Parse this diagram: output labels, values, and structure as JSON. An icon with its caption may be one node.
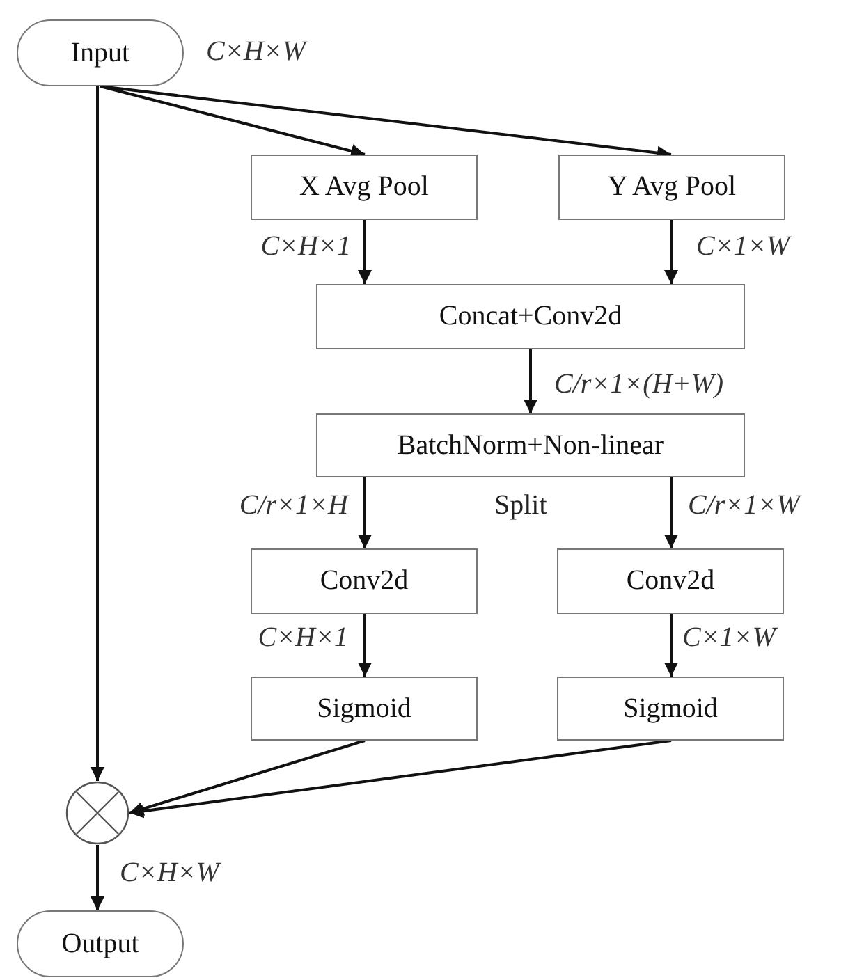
{
  "diagram": {
    "nodes": [
      {
        "text": [
          "Input"
        ],
        "beside": [
          "C×H×W"
        ]
      },
      {
        "text": [
          "X Avg Pool"
        ]
      },
      {
        "text": [
          "Y Avg Pool"
        ]
      },
      {
        "text": [
          "Concat+Conv2d"
        ]
      },
      {
        "text": [
          "BatchNorm+Non-linear"
        ]
      },
      {
        "text": [
          "Conv2d"
        ]
      },
      {
        "text": [
          "Conv2d"
        ]
      },
      {
        "text": [
          "Sigmoid"
        ]
      },
      {
        "text": [
          "Sigmoid"
        ]
      },
      {
        "text": [],
        "shape": "circle"
      },
      {
        "text": [
          "Output"
        ]
      }
    ],
    "edges": [
      {
        "from": 0,
        "to": 1,
        "arrow": "to"
      },
      {
        "from": 0,
        "to": 2,
        "arrow": "to"
      },
      {
        "from": 0,
        "to": 9,
        "arrow": "to"
      },
      {
        "from": 1,
        "to": 3,
        "arrow": "to",
        "label": "C×H×1"
      },
      {
        "from": 2,
        "to": 3,
        "arrow": "to",
        "label": "C×1×W"
      },
      {
        "from": 3,
        "to": 4,
        "arrow": "to",
        "label": "C/r×1×(H+W)"
      },
      {
        "from": 4,
        "to": 5,
        "arrow": "to",
        "label": "C/r×1×H"
      },
      {
        "from": 4,
        "to": 6,
        "arrow": "to",
        "label": "C/r×1×W"
      },
      {
        "from": 5,
        "to": 7,
        "arrow": "to",
        "label": "C×H×1"
      },
      {
        "from": 6,
        "to": 8,
        "arrow": "to",
        "label": "C×1×W"
      },
      {
        "from": 7,
        "to": 9,
        "arrow": "to"
      },
      {
        "from": 8,
        "to": 9,
        "arrow": "to"
      },
      {
        "from": 9,
        "to": 10,
        "arrow": "to",
        "label": "C×H×W"
      }
    ],
    "labels": [
      "Split"
    ]
  }
}
